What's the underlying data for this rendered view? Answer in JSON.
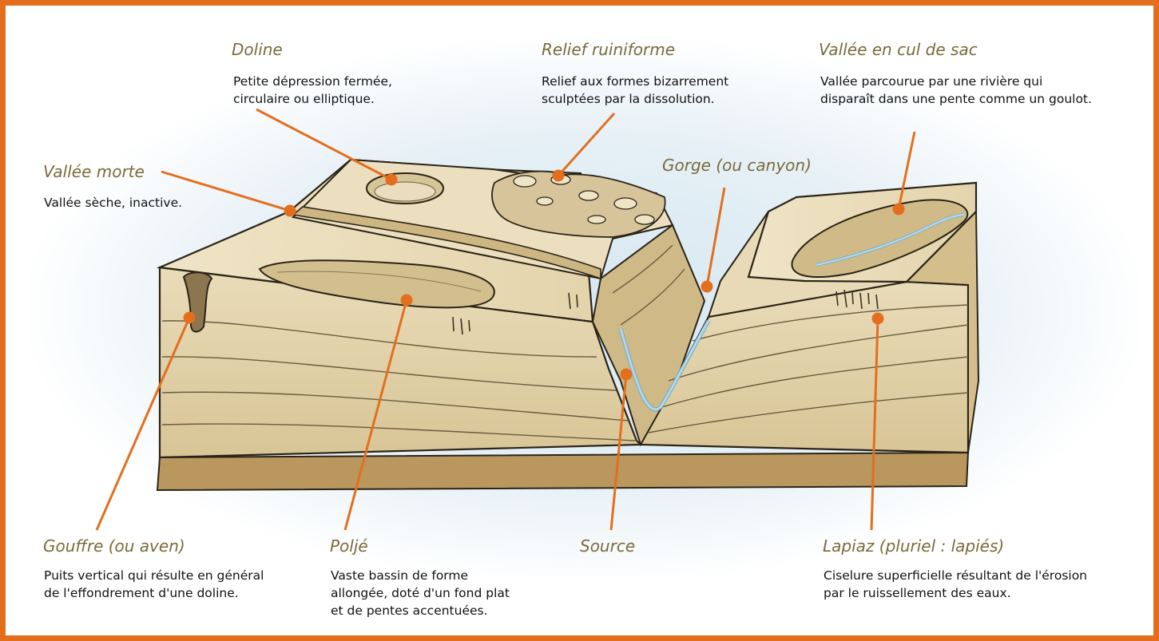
{
  "colors": {
    "frame": "#e36f1e",
    "leader": "#e36f1e",
    "title": "#7a6a3a",
    "rock": "#e7d9b5",
    "rock_dark": "#c6b07e",
    "base": "#b9975e",
    "water": "#b4d8e8"
  },
  "labels": {
    "doline": {
      "title": "Doline",
      "description": "Petite dépression fermée,\ncirculaire ou elliptique."
    },
    "relief_ruiniforme": {
      "title": "Relief ruiniforme",
      "description": "Relief aux formes bizarrement\nsculptées par la dissolution."
    },
    "vallee_cul_de_sac": {
      "title": "Vallée en cul de sac",
      "description": "Vallée parcourue par une rivière qui\ndisparaît dans une pente comme un goulot."
    },
    "vallee_morte": {
      "title": "Vallée morte",
      "description": "Vallée sèche, inactive."
    },
    "gorge": {
      "title": "Gorge (ou canyon)"
    },
    "gouffre": {
      "title": "Gouffre (ou aven)",
      "description": "Puits vertical qui résulte en général\nde l'effondrement d'une doline."
    },
    "polje": {
      "title": "Poljé",
      "description": "Vaste bassin de forme\nallongée, doté d'un fond plat\net de pentes accentuées."
    },
    "source": {
      "title": "Source"
    },
    "lapiaz": {
      "title": "Lapiaz (pluriel : lapiés)",
      "description": "Ciselure superficielle résultant de l'érosion\npar le ruissellement des eaux."
    }
  }
}
